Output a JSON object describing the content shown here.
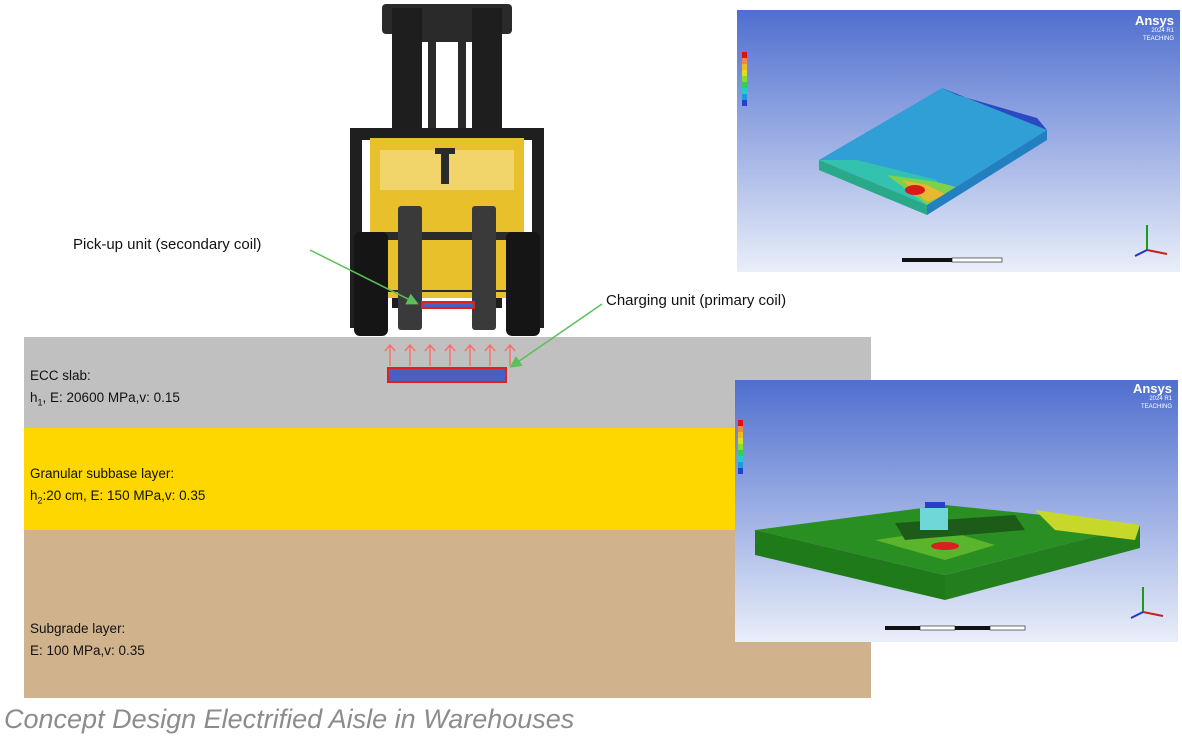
{
  "layers": {
    "ecc": {
      "name": "ECC slab:",
      "h_prefix": "h",
      "h_sub": "1",
      "props": ", E: 20600 MPa,v: 0.15"
    },
    "granular": {
      "name": "Granular subbase layer:",
      "h_prefix": "h",
      "h_sub": "2",
      "props": ":20 cm, E: 150 MPa,v: 0.35"
    },
    "subgrade": {
      "name": "Subgrade layer:",
      "props": "E: 100 MPa,v: 0.35"
    }
  },
  "callouts": {
    "pickup": "Pick-up unit (secondary coil)",
    "charging": "Charging unit (primary coil)"
  },
  "caption": "Concept Design Electrified Aisle in Warehouses",
  "simulations": {
    "brand": "Ansys",
    "version": "2024 R1",
    "license": "TEACHING"
  },
  "colors": {
    "ecc": "#c0c0c0",
    "granular": "#ffd700",
    "subgrade": "#d0b38c",
    "coil": "#4a5fc1",
    "coil_border": "#e0201c",
    "arrows": "#ff6b6b",
    "callout_line": "#5cbf5c",
    "forklift_yellow": "#e8c02b",
    "forklift_dark": "#2a2a2a"
  }
}
